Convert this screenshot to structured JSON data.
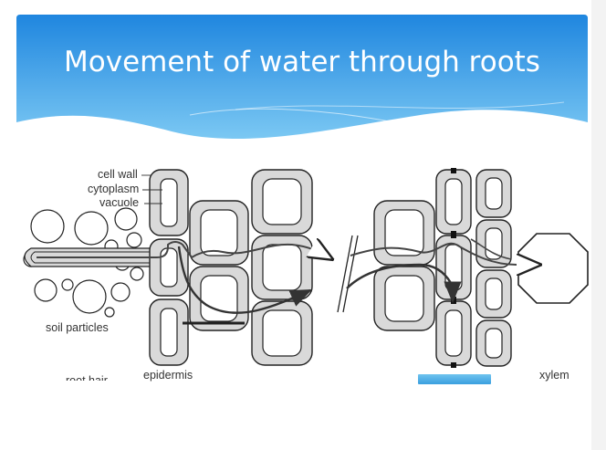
{
  "slide": {
    "title": "Movement of water through roots",
    "colors": {
      "header_top": "#1f88e0",
      "header_bottom": "#72c4f2",
      "cell_fill": "#d9d9d9",
      "outline": "#222222"
    }
  },
  "diagram": {
    "labels": {
      "cell_wall": "cell wall",
      "cytoplasm": "cytoplasm",
      "vacuole": "vacuole",
      "soil_particles": "soil particles",
      "epidermis": "epidermis",
      "xylem": "xylem",
      "root_hair": "root hair"
    }
  }
}
